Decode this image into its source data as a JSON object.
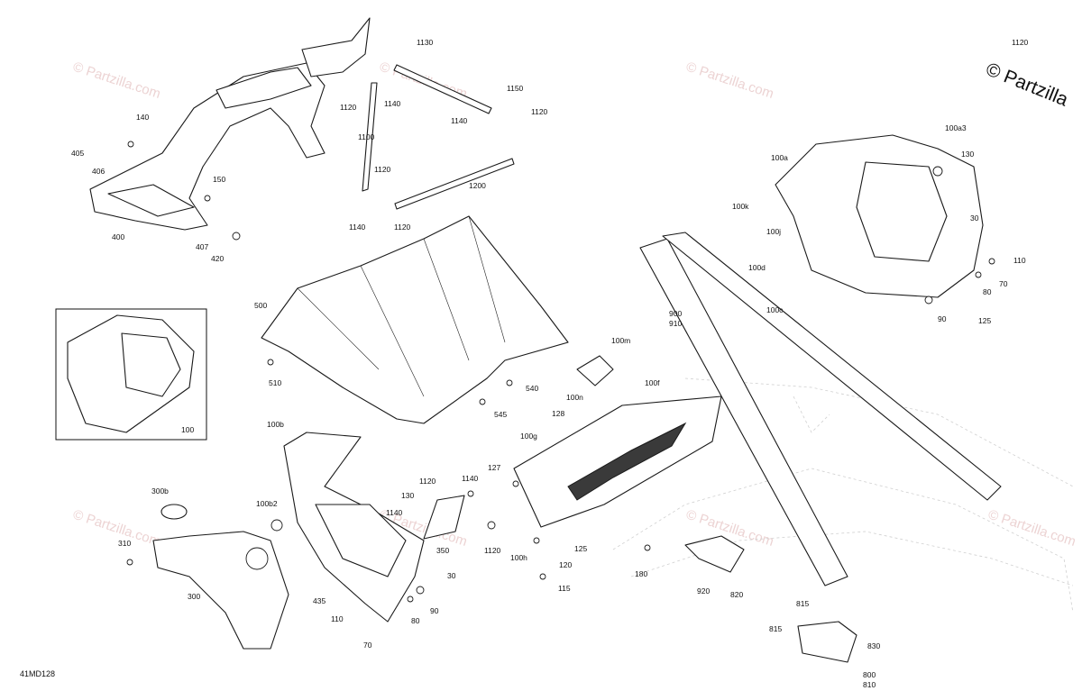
{
  "diagram": {
    "copyright": "© Partzilla",
    "diagram_id": "41MD128",
    "watermark": "© Partzilla.com",
    "callouts": [
      {
        "id": "c1120a",
        "text": "1120"
      },
      {
        "id": "c1130",
        "text": "1130"
      },
      {
        "id": "c1120b",
        "text": "1120"
      },
      {
        "id": "c1140a",
        "text": "1140"
      },
      {
        "id": "c1150",
        "text": "1150"
      },
      {
        "id": "c1120c",
        "text": "1120"
      },
      {
        "id": "c1140b",
        "text": "1140"
      },
      {
        "id": "c1100",
        "text": "1100"
      },
      {
        "id": "c1120d",
        "text": "1120"
      },
      {
        "id": "c1200",
        "text": "1200"
      },
      {
        "id": "c1140c",
        "text": "1140"
      },
      {
        "id": "c1120e",
        "text": "1120"
      },
      {
        "id": "c140",
        "text": "140"
      },
      {
        "id": "c405",
        "text": "405"
      },
      {
        "id": "c406",
        "text": "406"
      },
      {
        "id": "c150",
        "text": "150"
      },
      {
        "id": "c400",
        "text": "400"
      },
      {
        "id": "c407",
        "text": "407"
      },
      {
        "id": "c420",
        "text": "420"
      },
      {
        "id": "c500",
        "text": "500"
      },
      {
        "id": "c510",
        "text": "510"
      },
      {
        "id": "c540",
        "text": "540"
      },
      {
        "id": "c545",
        "text": "545"
      },
      {
        "id": "c100",
        "text": "100"
      },
      {
        "id": "c100a3",
        "text": "100a3"
      },
      {
        "id": "c100a",
        "text": "100a"
      },
      {
        "id": "c130a",
        "text": "130"
      },
      {
        "id": "c100k",
        "text": "100k"
      },
      {
        "id": "c100j",
        "text": "100j"
      },
      {
        "id": "c30a",
        "text": "30"
      },
      {
        "id": "c110a",
        "text": "110"
      },
      {
        "id": "c100d",
        "text": "100d"
      },
      {
        "id": "c70a",
        "text": "70"
      },
      {
        "id": "c80a",
        "text": "80"
      },
      {
        "id": "c100c",
        "text": "100c"
      },
      {
        "id": "c90a",
        "text": "90"
      },
      {
        "id": "c125a",
        "text": "125"
      },
      {
        "id": "c900",
        "text": "900"
      },
      {
        "id": "c910",
        "text": "910"
      },
      {
        "id": "c100m",
        "text": "100m"
      },
      {
        "id": "c100f",
        "text": "100f"
      },
      {
        "id": "c100n",
        "text": "100n"
      },
      {
        "id": "c128",
        "text": "128"
      },
      {
        "id": "c100g",
        "text": "100g"
      },
      {
        "id": "c127",
        "text": "127"
      },
      {
        "id": "c100b",
        "text": "100b"
      },
      {
        "id": "c1120f",
        "text": "1120"
      },
      {
        "id": "c1140d",
        "text": "1140"
      },
      {
        "id": "c130b",
        "text": "130"
      },
      {
        "id": "c1140e",
        "text": "1140"
      },
      {
        "id": "c100b2",
        "text": "100b2"
      },
      {
        "id": "c300b",
        "text": "300b"
      },
      {
        "id": "c310",
        "text": "310"
      },
      {
        "id": "c300",
        "text": "300"
      },
      {
        "id": "c350",
        "text": "350"
      },
      {
        "id": "c1120g",
        "text": "1120"
      },
      {
        "id": "c30b",
        "text": "30"
      },
      {
        "id": "c435",
        "text": "435"
      },
      {
        "id": "c110b",
        "text": "110"
      },
      {
        "id": "c80b",
        "text": "80"
      },
      {
        "id": "c90b",
        "text": "90"
      },
      {
        "id": "c70b",
        "text": "70"
      },
      {
        "id": "c125b",
        "text": "125"
      },
      {
        "id": "c100h",
        "text": "100h"
      },
      {
        "id": "c120",
        "text": "120"
      },
      {
        "id": "c115",
        "text": "115"
      },
      {
        "id": "c180",
        "text": "180"
      },
      {
        "id": "c920",
        "text": "920"
      },
      {
        "id": "c820",
        "text": "820"
      },
      {
        "id": "c815a",
        "text": "815"
      },
      {
        "id": "c815b",
        "text": "815"
      },
      {
        "id": "c830",
        "text": "830"
      },
      {
        "id": "c800",
        "text": "800"
      },
      {
        "id": "c810",
        "text": "810"
      }
    ]
  }
}
